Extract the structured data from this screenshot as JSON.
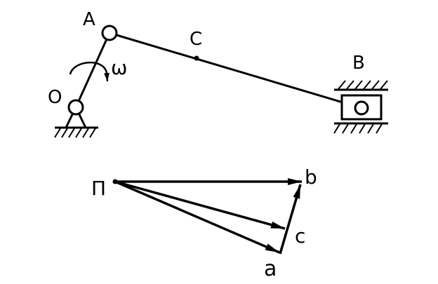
{
  "mechanism": {
    "labels": {
      "crank_end": "A",
      "ground_pivot": "O",
      "rod_midpoint": "C",
      "slider": "B",
      "angular_velocity": "ω"
    }
  },
  "velocity_plan": {
    "labels": {
      "pole": "П",
      "point_a": "a",
      "point_b": "b",
      "point_c": "c"
    }
  },
  "colors": {
    "ink": "#000000",
    "background": "#ffffff"
  }
}
